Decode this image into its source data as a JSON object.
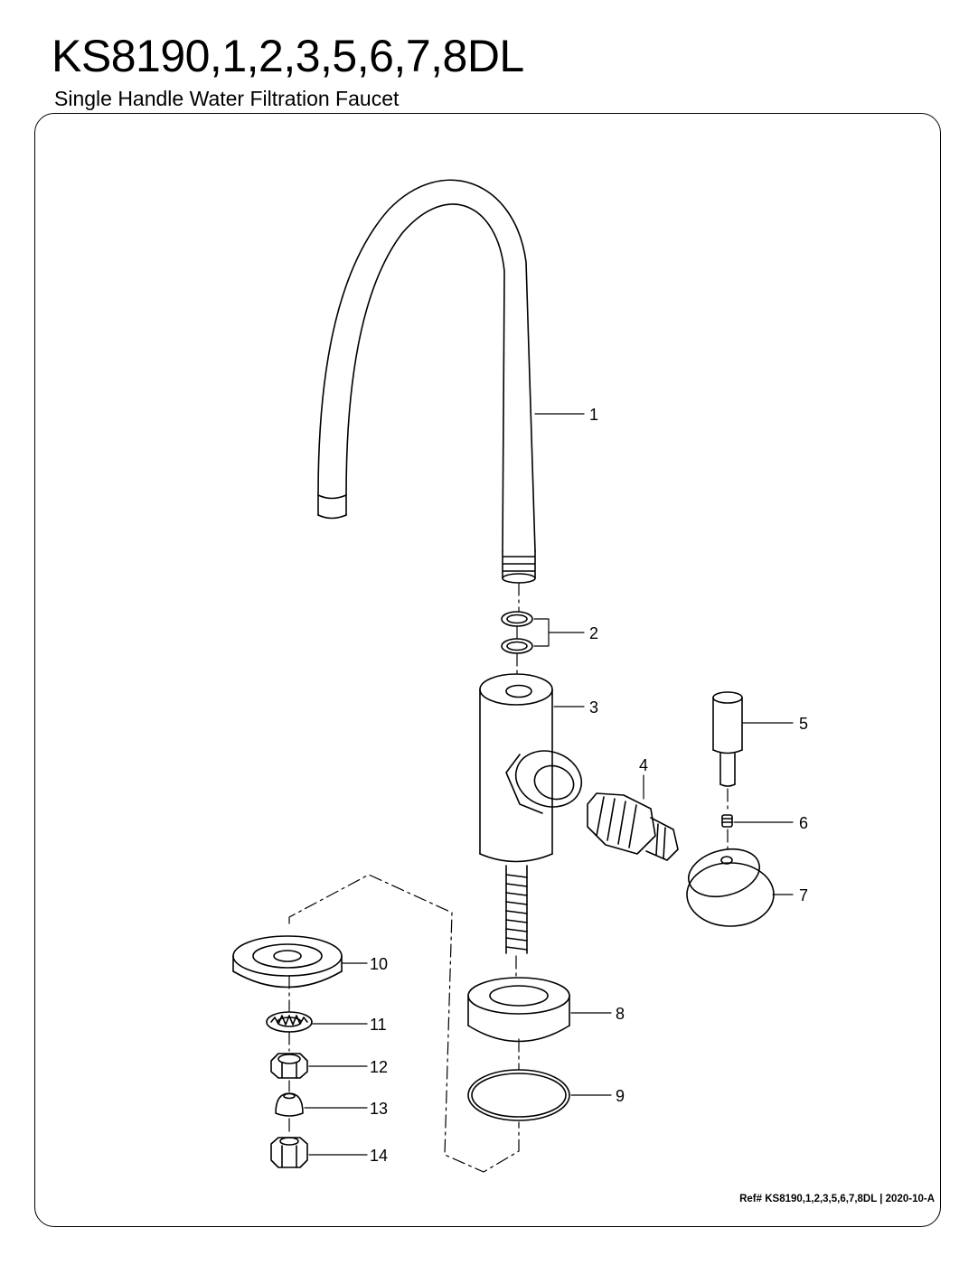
{
  "header": {
    "model": "KS8190,1,2,3,5,6,7,8DL",
    "description": "Single Handle Water Filtration Faucet"
  },
  "callouts": {
    "p1": "1",
    "p2": "2",
    "p3": "3",
    "p4": "4",
    "p5": "5",
    "p6": "6",
    "p7": "7",
    "p8": "8",
    "p9": "9",
    "p10": "10",
    "p11": "11",
    "p12": "12",
    "p13": "13",
    "p14": "14"
  },
  "footer": {
    "reference": "Ref# KS8190,1,2,3,5,6,7,8DL | 2020-10-A"
  }
}
